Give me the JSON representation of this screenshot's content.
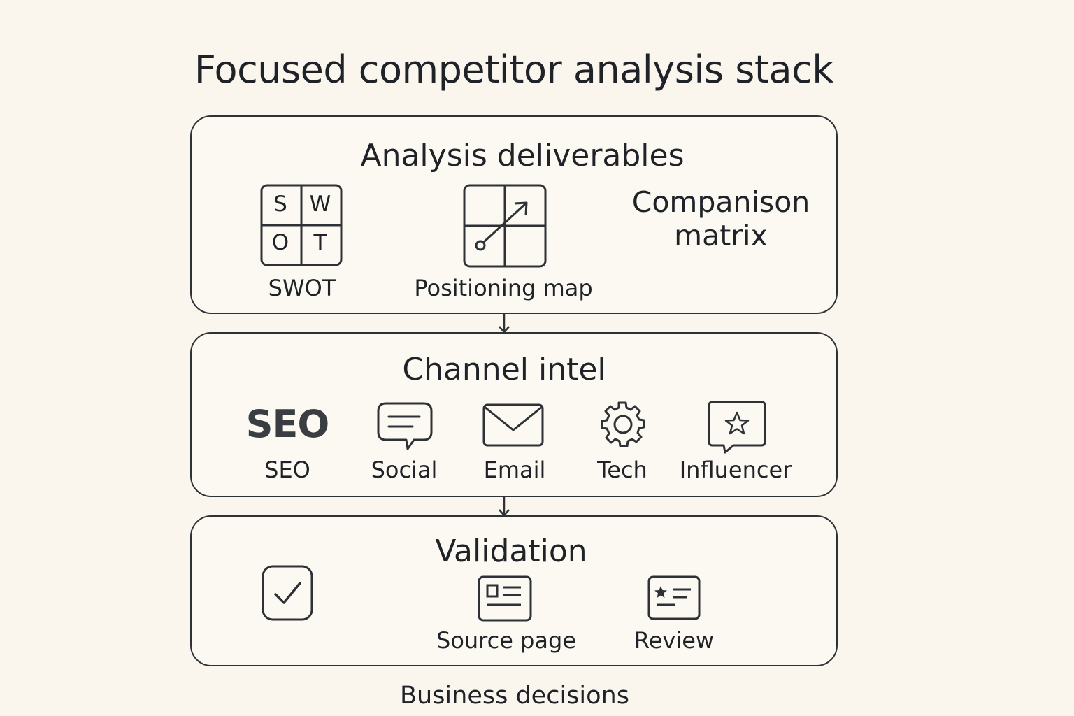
{
  "title": "Focused competitor analysis stack",
  "sections": {
    "deliverables": {
      "title": "Analysis deliverables",
      "swot": {
        "label": "SWOT",
        "letters": [
          "S",
          "W",
          "O",
          "T"
        ],
        "icon": "swot-grid-icon"
      },
      "positioning": {
        "label": "Positioning map",
        "icon": "positioning-map-icon"
      },
      "matrix": {
        "line1": "Companison",
        "line2": "matrix"
      }
    },
    "channel": {
      "title": "Channel intel",
      "seo_glyph": "SEO",
      "items": [
        {
          "label": "SEO",
          "icon": "seo-text-icon"
        },
        {
          "label": "Social",
          "icon": "speech-bubble-icon"
        },
        {
          "label": "Email",
          "icon": "envelope-icon"
        },
        {
          "label": "Tech",
          "icon": "gear-icon"
        },
        {
          "label": "Influencer",
          "icon": "star-bubble-icon"
        }
      ]
    },
    "validation": {
      "title": "Validation",
      "items": [
        {
          "label": "",
          "icon": "checkbox-icon"
        },
        {
          "label": "Source page",
          "icon": "source-page-icon"
        },
        {
          "label": "Review",
          "icon": "review-card-icon"
        }
      ]
    }
  },
  "footer": "Business decisions",
  "colors": {
    "background": "#faf6ee",
    "stroke": "#2e3236",
    "text": "#1f2328"
  }
}
